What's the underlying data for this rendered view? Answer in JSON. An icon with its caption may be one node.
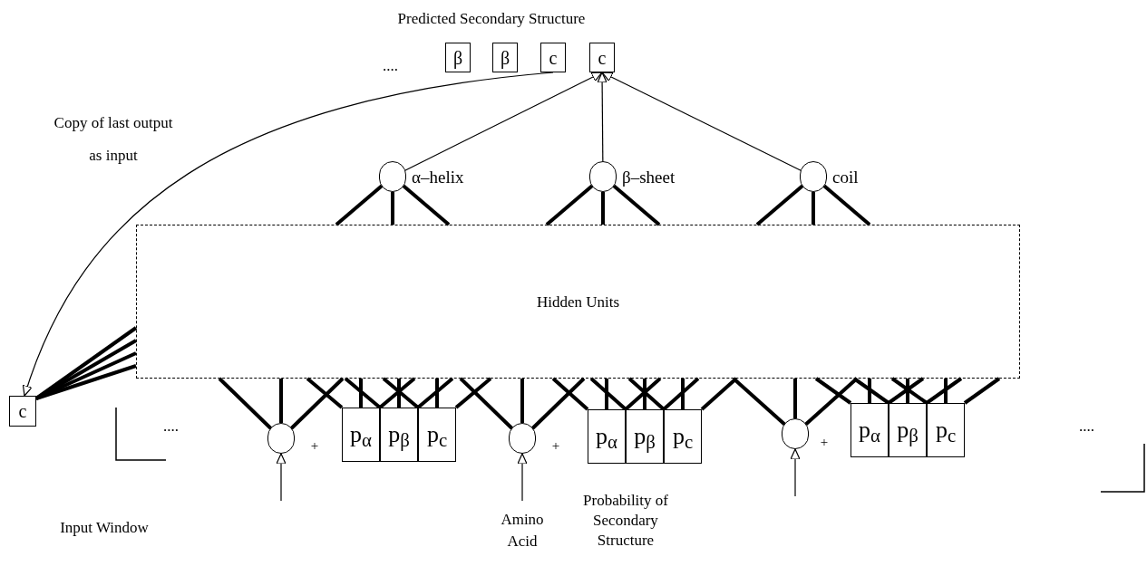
{
  "diagram": {
    "title": "Predicted Secondary Structure",
    "nodes": [
      {
        "text": [
          "β"
        ]
      },
      {
        "text": [
          "β"
        ]
      },
      {
        "text": [
          "c"
        ]
      },
      {
        "text": [
          "c"
        ]
      },
      {
        "text": [],
        "shape": "circle",
        "beside": [
          "α–helix"
        ]
      },
      {
        "text": [],
        "shape": "circle",
        "beside": [
          "β–sheet"
        ]
      },
      {
        "text": [],
        "shape": "circle",
        "beside": [
          "coil"
        ]
      },
      {
        "text": [
          "Hidden Units"
        ]
      },
      {
        "text": [
          "c"
        ]
      },
      {
        "text": [],
        "shape": "circle"
      },
      {
        "text": [
          "p$_{α}$"
        ]
      },
      {
        "text": [
          "p$_{β}$"
        ]
      },
      {
        "text": [
          "p$_{c}$"
        ]
      },
      {
        "text": [],
        "shape": "circle"
      },
      {
        "text": [
          "p$_{α}$"
        ]
      },
      {
        "text": [
          "p$_{β}$"
        ]
      },
      {
        "text": [
          "p$_{c}$"
        ]
      },
      {
        "text": [],
        "shape": "circle"
      },
      {
        "text": [
          "p$_{α}$"
        ]
      },
      {
        "text": [
          "p$_{β}$"
        ]
      },
      {
        "text": [
          "p$_{c}$"
        ]
      }
    ],
    "edges": [
      {
        "from": 4,
        "to": 3,
        "arrow": "to"
      },
      {
        "from": 5,
        "to": 3,
        "arrow": "to"
      },
      {
        "from": 6,
        "to": 3,
        "arrow": "to"
      },
      {
        "from": 2,
        "to": 8,
        "arrow": "to"
      },
      {
        "from": 7,
        "to": 4,
        "arrow": "none"
      },
      {
        "from": 7,
        "to": 4,
        "arrow": "none"
      },
      {
        "from": 7,
        "to": 4,
        "arrow": "none"
      },
      {
        "from": 7,
        "to": 5,
        "arrow": "none"
      },
      {
        "from": 7,
        "to": 5,
        "arrow": "none"
      },
      {
        "from": 7,
        "to": 5,
        "arrow": "none"
      },
      {
        "from": 7,
        "to": 6,
        "arrow": "none"
      },
      {
        "from": 7,
        "to": 6,
        "arrow": "none"
      },
      {
        "from": 7,
        "to": 6,
        "arrow": "none"
      },
      {
        "from": 8,
        "to": 7,
        "arrow": "none"
      },
      {
        "from": 8,
        "to": 7,
        "arrow": "none"
      },
      {
        "from": 8,
        "to": 7,
        "arrow": "none"
      },
      {
        "from": 8,
        "to": 7,
        "arrow": "none"
      },
      {
        "from": 9,
        "to": 7,
        "arrow": "none"
      },
      {
        "from": 9,
        "to": 7,
        "arrow": "none"
      },
      {
        "from": 9,
        "to": 7,
        "arrow": "none"
      },
      {
        "from": 10,
        "to": 7,
        "arrow": "none"
      },
      {
        "from": 10,
        "to": 7,
        "arrow": "none"
      },
      {
        "from": 10,
        "to": 7,
        "arrow": "none"
      },
      {
        "from": 11,
        "to": 7,
        "arrow": "none"
      },
      {
        "from": 11,
        "to": 7,
        "arrow": "none"
      },
      {
        "from": 11,
        "to": 7,
        "arrow": "none"
      },
      {
        "from": 12,
        "to": 7,
        "arrow": "none"
      },
      {
        "from": 12,
        "to": 7,
        "arrow": "none"
      },
      {
        "from": 12,
        "to": 7,
        "arrow": "none"
      },
      {
        "from": 13,
        "to": 7,
        "arrow": "none"
      },
      {
        "from": 13,
        "to": 7,
        "arrow": "none"
      },
      {
        "from": 13,
        "to": 7,
        "arrow": "none"
      },
      {
        "from": 14,
        "to": 7,
        "arrow": "none"
      },
      {
        "from": 14,
        "to": 7,
        "arrow": "none"
      },
      {
        "from": 14,
        "to": 7,
        "arrow": "none"
      },
      {
        "from": 15,
        "to": 7,
        "arrow": "none"
      },
      {
        "from": 15,
        "to": 7,
        "arrow": "none"
      },
      {
        "from": 15,
        "to": 7,
        "arrow": "none"
      },
      {
        "from": 16,
        "to": 7,
        "arrow": "none"
      },
      {
        "from": 16,
        "to": 7,
        "arrow": "none"
      },
      {
        "from": 16,
        "to": 7,
        "arrow": "none"
      },
      {
        "from": 17,
        "to": 7,
        "arrow": "none"
      },
      {
        "from": 17,
        "to": 7,
        "arrow": "none"
      },
      {
        "from": 17,
        "to": 7,
        "arrow": "none"
      },
      {
        "from": 18,
        "to": 7,
        "arrow": "none"
      },
      {
        "from": 18,
        "to": 7,
        "arrow": "none"
      },
      {
        "from": 18,
        "to": 7,
        "arrow": "none"
      },
      {
        "from": 19,
        "to": 7,
        "arrow": "none"
      },
      {
        "from": 19,
        "to": 7,
        "arrow": "none"
      },
      {
        "from": 19,
        "to": 7,
        "arrow": "none"
      },
      {
        "from": 20,
        "to": 7,
        "arrow": "none"
      },
      {
        "from": 20,
        "to": 7,
        "arrow": "none"
      },
      {
        "from": 20,
        "to": 7,
        "arrow": "none"
      },
      {
        "from": null,
        "to": 9,
        "arrow": "to"
      },
      {
        "from": null,
        "to": 13,
        "arrow": "to"
      },
      {
        "from": null,
        "to": 17,
        "arrow": "to"
      }
    ],
    "labels": [
      "....",
      "Copy of last output as input",
      "....",
      "+",
      "+",
      "+",
      "....",
      "Input Window",
      "Amino Acid",
      "Probability of Secondary Structure"
    ]
  }
}
